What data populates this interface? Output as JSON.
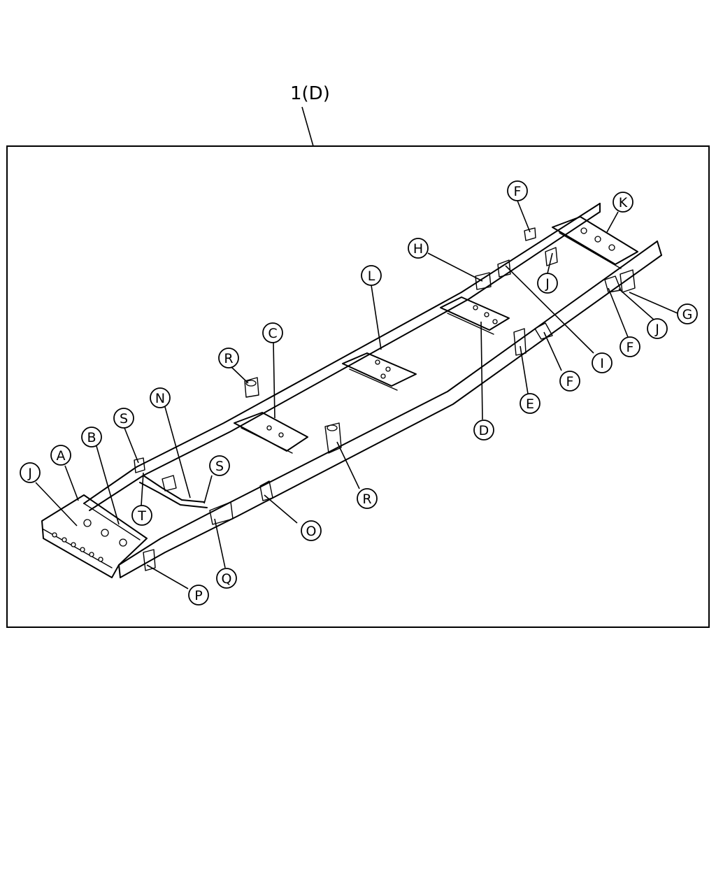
{
  "assembly_label": "1(D)",
  "callouts": [
    {
      "id": "F1",
      "letter": "F"
    },
    {
      "id": "K",
      "letter": "K"
    },
    {
      "id": "H",
      "letter": "H"
    },
    {
      "id": "J1",
      "letter": "J"
    },
    {
      "id": "L",
      "letter": "L"
    },
    {
      "id": "G",
      "letter": "G"
    },
    {
      "id": "J2",
      "letter": "J"
    },
    {
      "id": "F2",
      "letter": "F"
    },
    {
      "id": "I",
      "letter": "I"
    },
    {
      "id": "C",
      "letter": "C"
    },
    {
      "id": "F3",
      "letter": "F"
    },
    {
      "id": "R1",
      "letter": "R"
    },
    {
      "id": "E",
      "letter": "E"
    },
    {
      "id": "N",
      "letter": "N"
    },
    {
      "id": "S1",
      "letter": "S"
    },
    {
      "id": "D",
      "letter": "D"
    },
    {
      "id": "B",
      "letter": "B"
    },
    {
      "id": "A",
      "letter": "A"
    },
    {
      "id": "S2",
      "letter": "S"
    },
    {
      "id": "J3",
      "letter": "J"
    },
    {
      "id": "R2",
      "letter": "R"
    },
    {
      "id": "T",
      "letter": "T"
    },
    {
      "id": "O",
      "letter": "O"
    },
    {
      "id": "Q",
      "letter": "Q"
    },
    {
      "id": "P",
      "letter": "P"
    }
  ]
}
